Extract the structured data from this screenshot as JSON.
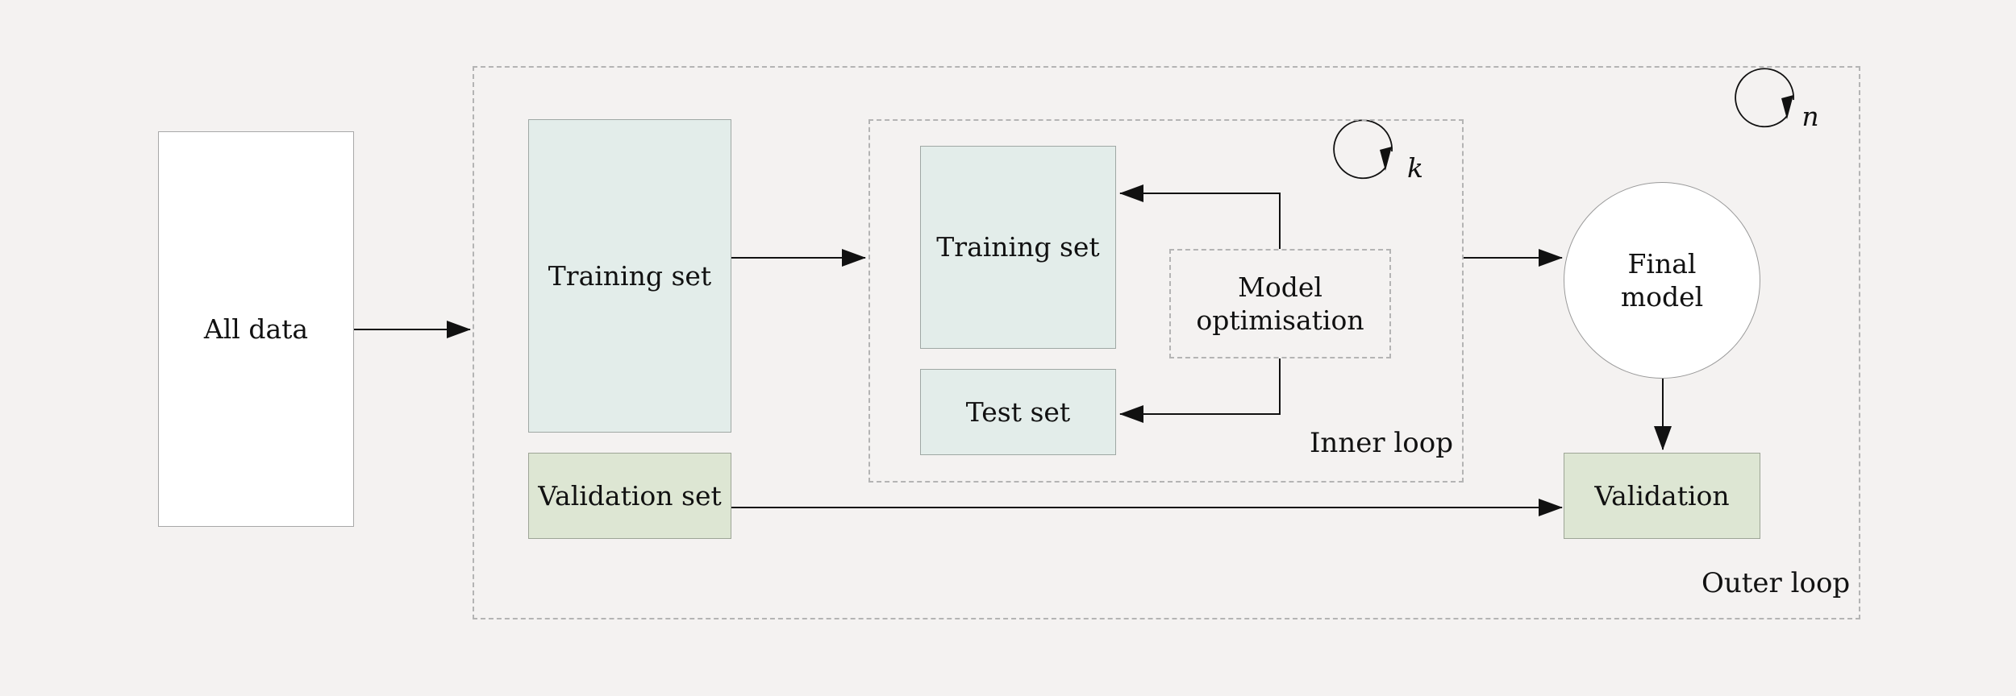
{
  "nodes": {
    "all_data": "All data",
    "outer_training_set": "Training set",
    "validation_set": "Validation set",
    "inner_training_set": "Training set",
    "test_set": "Test set",
    "model_optimisation": "Model optimisation",
    "final_model": "Final model",
    "validation": "Validation"
  },
  "loops": {
    "inner_label": "Inner loop",
    "inner_symbol": "k",
    "outer_label": "Outer loop",
    "outer_symbol": "n"
  },
  "colors": {
    "background": "#f4f2f1",
    "white_box": "#ffffff",
    "teal_box": "#e3edea",
    "green_box": "#dde6d3",
    "dashed_border": "#b4b4b4",
    "arrow": "#111111"
  }
}
